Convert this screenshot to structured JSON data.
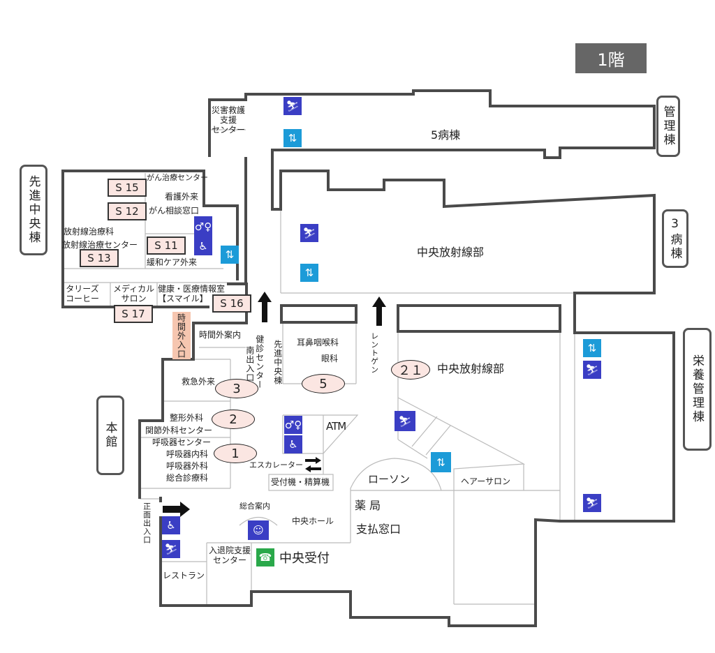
{
  "floor_label": "1階",
  "buildings": {
    "senshin": "先進中央棟",
    "kanri": "管理棟",
    "byoto3": "3病棟",
    "eiyo": "栄養管理棟",
    "honkan": "本館"
  },
  "rooms": {
    "saigai": [
      "災害救護",
      "支援",
      "センター"
    ],
    "byoto5": "5病棟",
    "radiology_top": "中央放射線部",
    "gan_center": "がん治療センター",
    "kango": "看護外来",
    "gan_soudan": "がん相談窓口",
    "houshasen1": "放射線治療科",
    "houshasen2": "放射線治療センター",
    "kanwa": "緩和ケア外来",
    "tullys": [
      "タリーズ",
      "コーヒー"
    ],
    "medical": [
      "メディカル",
      "サロン"
    ],
    "kenkou": [
      "健康・医療情報室",
      "【スマイル】"
    ],
    "jikangai_iriguchi": "時間外入口",
    "jikangai_annai": "時間外案内",
    "kenshin": "健診センター",
    "minami": "南出入口",
    "senshin_v": "先進中央棟",
    "jibi": "耳鼻咽喉科",
    "ganka": "眼科",
    "rentogen": "レントゲン",
    "radiology_21": "中央放射線部",
    "kyukyu": "救急外来",
    "seikei": "整形外科",
    "kansetsu": "関節外科センター",
    "kokyu_center": "呼吸器センター",
    "kokyu_nai": "呼吸器内科",
    "kokyu_ge": "呼吸器外科",
    "sougou_shinryo": "総合診療科",
    "atm": "ATM",
    "escalator": "エスカレーター",
    "uketsukeki": "受付機・精算機",
    "lawson": "ローソン",
    "hair": "ヘアーサロン",
    "yakkyoku": "薬 局",
    "shiharai": "支払窓口",
    "sougou_annai": "総合案内",
    "hall": "中央ホール",
    "shomen": "正面出入口",
    "restaurant": "レストラン",
    "nyutaiin": [
      "入退院支援",
      "センター"
    ],
    "chuo_uketsuke": "中央受付"
  },
  "room_numbers": {
    "s15": "S 15",
    "s12": "S 12",
    "s11": "S 11",
    "s13": "S 13",
    "s16": "S 16",
    "s17": "S 17"
  },
  "blocks": {
    "b1": "1",
    "b2": "2",
    "b3": "3",
    "b5": "5",
    "b21": "２１"
  },
  "icons": {
    "stairs": "stairs-icon",
    "elevator": "elevator-icon",
    "toilet": "toilet-icon",
    "wheelchair": "wheelchair-icon",
    "phone": "phone-icon",
    "reception": "information-desk-icon"
  },
  "colors": {
    "wall": "#4a4a4a",
    "pink": "#fbe6e2",
    "stairs_blue": "#3a3ec4",
    "elevator_blue": "#1c9bd8",
    "phone_green": "#2aa84a",
    "entrance": "#f6c6b0"
  }
}
